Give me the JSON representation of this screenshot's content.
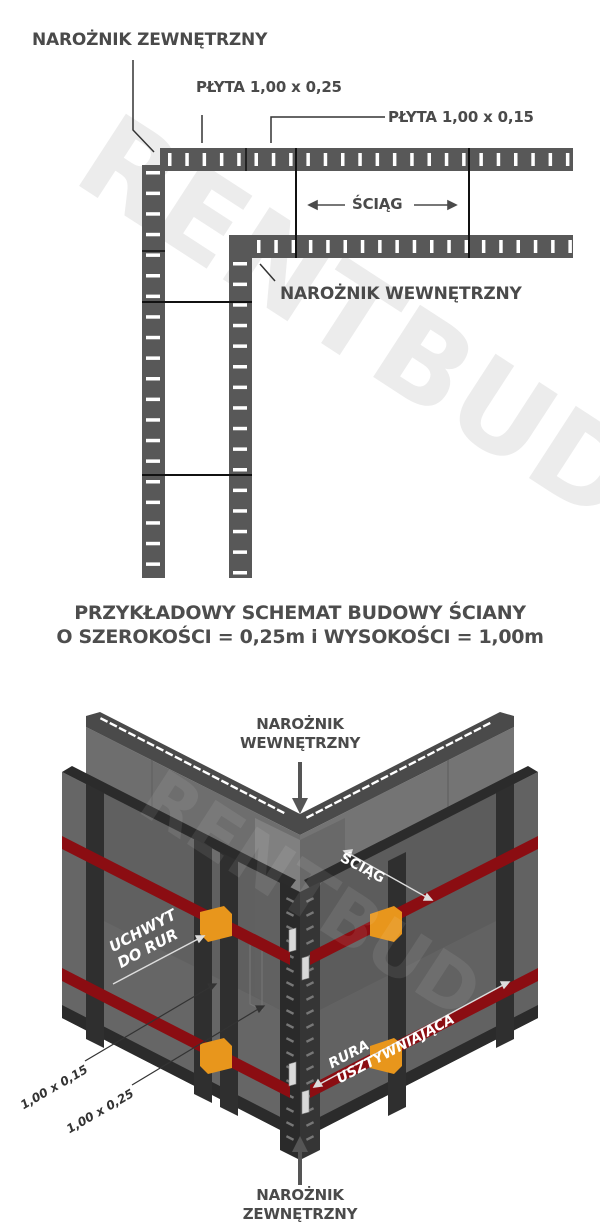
{
  "watermark": "RENTBUD",
  "plan_view": {
    "labels": {
      "outer_corner": "NAROŻNIK ZEWNĘTRZNY",
      "panel_025": "PŁYTA 1,00 x 0,25",
      "panel_015": "PŁYTA 1,00 x 0,15",
      "tie": "ŚCIĄG",
      "inner_corner": "NAROŻNIK WEWNĘTRZNY"
    },
    "colors": {
      "panel": "#585858",
      "slot": "#ffffff",
      "tie_line": "#111111",
      "text": "#4a4a4a"
    }
  },
  "caption": {
    "line1": "PRZYKŁADOWY SCHEMAT BUDOWY ŚCIANY",
    "line2": "O SZEROKOŚCI = 0,25m i WYSOKOŚCI = 1,00m"
  },
  "iso_view": {
    "labels": {
      "inner_corner_line1": "NAROŻNIK",
      "inner_corner_line2": "WEWNĘTRZNY",
      "tie": "ŚCIĄG",
      "pipe_holder_line1": "UCHWYT",
      "pipe_holder_line2": "DO RUR",
      "stiffening_pipe_line1": "RURA",
      "stiffening_pipe_line2": "USZTYWNIAJĄCA",
      "panel_015": "1,00 x 0,15",
      "panel_025": "1,00 x 0,25",
      "outer_corner_line1": "NAROŻNIK",
      "outer_corner_line2": "ZEWNĘTRZNY"
    },
    "colors": {
      "frame": "#2e2e2e",
      "panel_face": "#6b6b6b",
      "inner_panel": "#707070",
      "pipe": "#8b0d12",
      "clamp": "#e8961c",
      "arrow": "#555555"
    }
  }
}
